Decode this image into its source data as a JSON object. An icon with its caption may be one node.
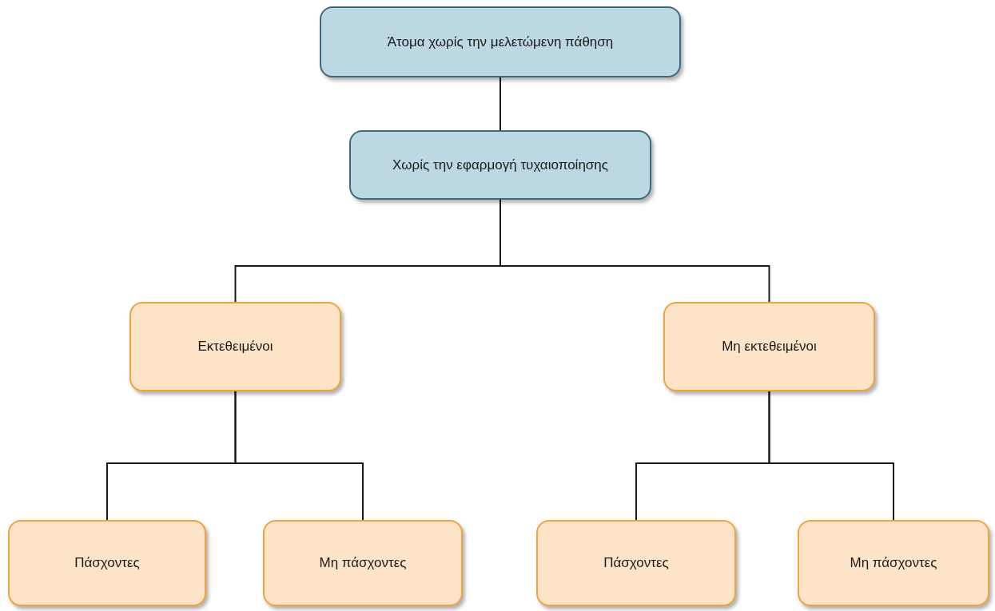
{
  "diagram": {
    "nodes": [
      {
        "text": [
          "Άτομα χωρίς την μελετώμενη πάθηση"
        ]
      },
      {
        "text": [
          "Χωρίς την εφαρμογή τυχαιοποίησης"
        ]
      },
      {
        "text": [
          "Εκτεθειμένοι"
        ]
      },
      {
        "text": [
          "Μη εκτεθειμένοι"
        ]
      },
      {
        "text": [
          "Πάσχοντες"
        ]
      },
      {
        "text": [
          "Μη πάσχοντες"
        ]
      },
      {
        "text": [
          "Πάσχοντες"
        ]
      },
      {
        "text": [
          "Μη πάσχοντες"
        ]
      }
    ],
    "edges": [
      {
        "from": 0,
        "to": 1,
        "arrow": "none"
      },
      {
        "from": 1,
        "to": 2,
        "arrow": "none"
      },
      {
        "from": 1,
        "to": 3,
        "arrow": "none"
      },
      {
        "from": 2,
        "to": 4,
        "arrow": "none"
      },
      {
        "from": 2,
        "to": 5,
        "arrow": "none"
      },
      {
        "from": 3,
        "to": 6,
        "arrow": "none"
      },
      {
        "from": 3,
        "to": 7,
        "arrow": "none"
      }
    ]
  }
}
